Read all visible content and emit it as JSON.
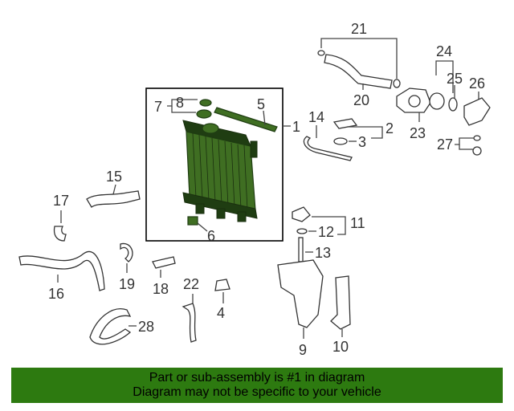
{
  "callouts": {
    "c1": "1",
    "c2": "2",
    "c3": "3",
    "c4": "4",
    "c5": "5",
    "c6": "6",
    "c7": "7",
    "c8": "8",
    "c9": "9",
    "c10": "10",
    "c11": "11",
    "c12": "12",
    "c13": "13",
    "c14": "14",
    "c15": "15",
    "c16": "16",
    "c17": "17",
    "c18": "18",
    "c19": "19",
    "c20": "20",
    "c21": "21",
    "c22": "22",
    "c23": "23",
    "c24": "24",
    "c25": "25",
    "c26": "26",
    "c27": "27",
    "c28": "28"
  },
  "banner": {
    "line1": "Part or sub-assembly is #1 in diagram",
    "line2": "Diagram may not be specific to your vehicle"
  },
  "colors": {
    "highlight_green": "#3f6e22",
    "banner_green": "#2d7a10",
    "line_gray": "#444444"
  }
}
